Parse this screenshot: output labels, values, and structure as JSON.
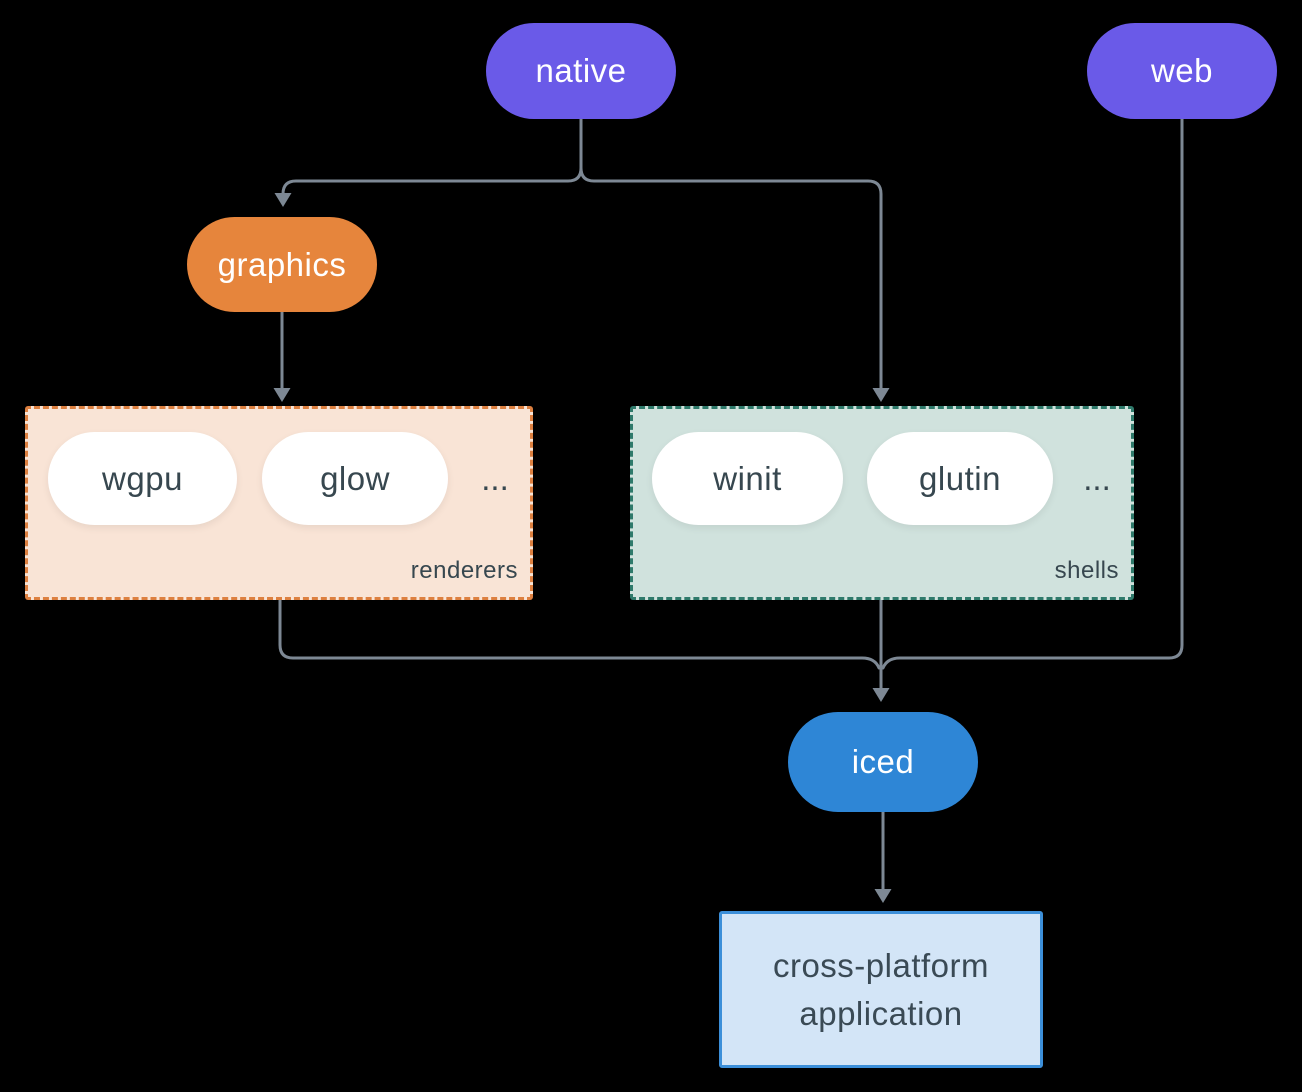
{
  "diagram": {
    "background": "#000000",
    "connector_color": "#7d8894",
    "text_dark": "#37474f",
    "nodes": {
      "native": {
        "label": "native",
        "fill": "#6a5ae8",
        "text": "#ffffff"
      },
      "web": {
        "label": "web",
        "fill": "#6a5ae8",
        "text": "#ffffff"
      },
      "graphics": {
        "label": "graphics",
        "fill": "#e6853c",
        "text": "#ffffff"
      },
      "iced": {
        "label": "iced",
        "fill": "#2e86d6",
        "text": "#ffffff"
      },
      "application": {
        "label_line1": "cross-platform",
        "label_line2": "application",
        "fill": "#d3e5f7",
        "border": "#3c8fd9",
        "text": "#3a4a55"
      }
    },
    "groups": {
      "renderers": {
        "label": "renderers",
        "fill": "#f9e4d6",
        "border": "#dd8040",
        "items": [
          {
            "label": "wgpu"
          },
          {
            "label": "glow"
          }
        ],
        "ellipsis": "..."
      },
      "shells": {
        "label": "shells",
        "fill": "#d0e2dd",
        "border": "#2f7a6b",
        "items": [
          {
            "label": "winit"
          },
          {
            "label": "glutin"
          }
        ],
        "ellipsis": "..."
      }
    },
    "edges": [
      {
        "from": "native",
        "to": "graphics"
      },
      {
        "from": "native",
        "to": "shells"
      },
      {
        "from": "graphics",
        "to": "renderers"
      },
      {
        "from": "renderers",
        "to": "iced"
      },
      {
        "from": "shells",
        "to": "iced"
      },
      {
        "from": "web",
        "to": "iced"
      },
      {
        "from": "iced",
        "to": "application"
      }
    ]
  }
}
